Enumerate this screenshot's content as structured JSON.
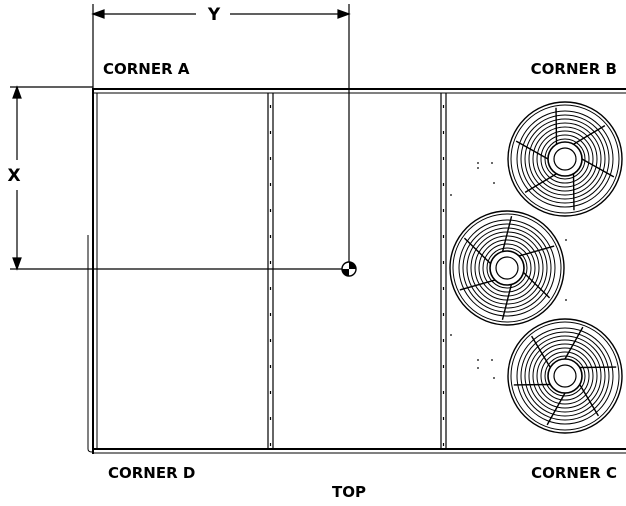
{
  "diagram": {
    "labels": {
      "dimension_y": "Y",
      "dimension_x": "X",
      "corner_a": "CORNER A",
      "corner_b": "CORNER B",
      "corner_c": "CORNER C",
      "corner_d": "CORNER D",
      "view": "TOP"
    },
    "icons": {
      "center_of_gravity": "center-of-gravity-icon",
      "fan": "condenser-fan-icon"
    },
    "colors": {
      "line": "#000000",
      "background": "#ffffff"
    }
  }
}
